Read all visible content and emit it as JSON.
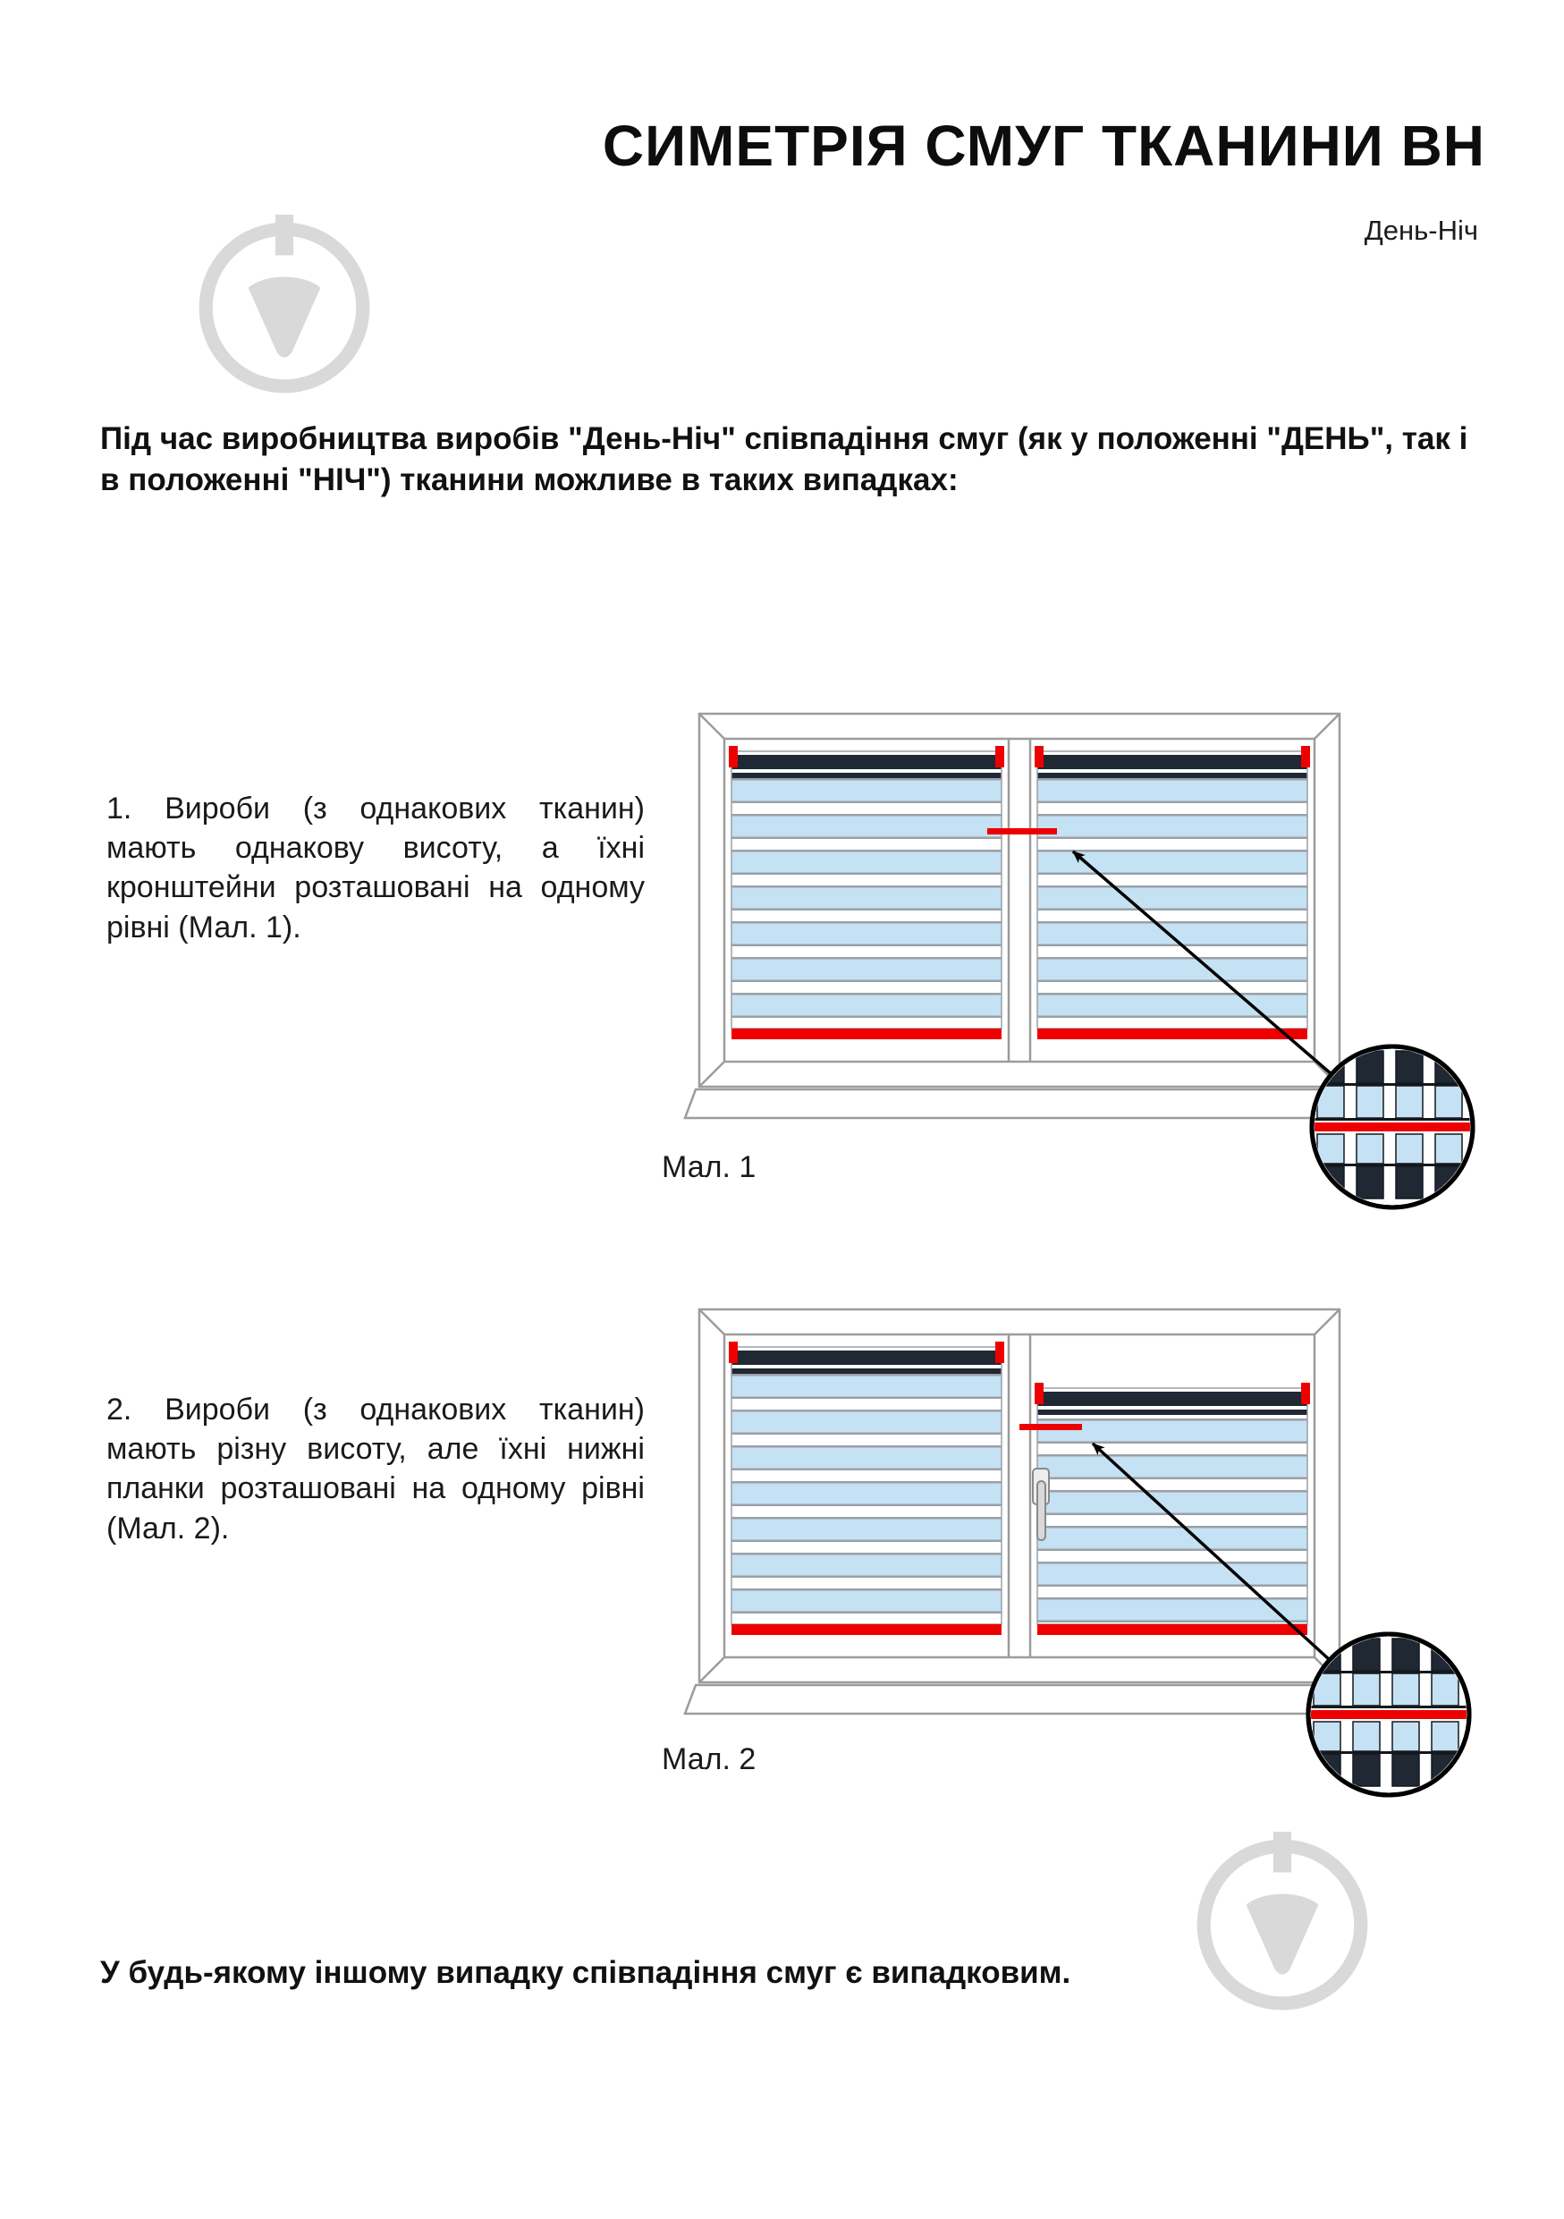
{
  "header": {
    "title": "СИМЕТРІЯ СМУГ ТКАНИНИ ВН",
    "subtitle": "День-Ніч"
  },
  "body": {
    "intro": "Під час виробництва виробів \"День-Ніч\" співпадіння смуг (як у положенні \"ДЕНЬ\", так і в положенні \"НІЧ\") тканини можливе в таких випадках:",
    "item1": "1. Вироби (з однакових тканин) мають однакову висоту, а їхні кронштейни розташовані на одному рівні (Мал. 1).",
    "item2": "2. Вироби (з однакових тканин) мають різну висоту, але їхні нижні планки розташовані на одному рівні (Мал. 2).",
    "fig1_caption": "Мал. 1",
    "fig2_caption": "Мал. 2",
    "footer": "У будь-якому іншому випадку співпадіння смуг є випадковим."
  },
  "colors": {
    "accent_red": "#ee0000",
    "stripe_blue": "#c5e1f4",
    "stripe_dark": "#1f2833",
    "frame_gray": "#9c9c9c",
    "watermark_gray": "#d9d9d9",
    "text_black": "#0d0d0d"
  }
}
